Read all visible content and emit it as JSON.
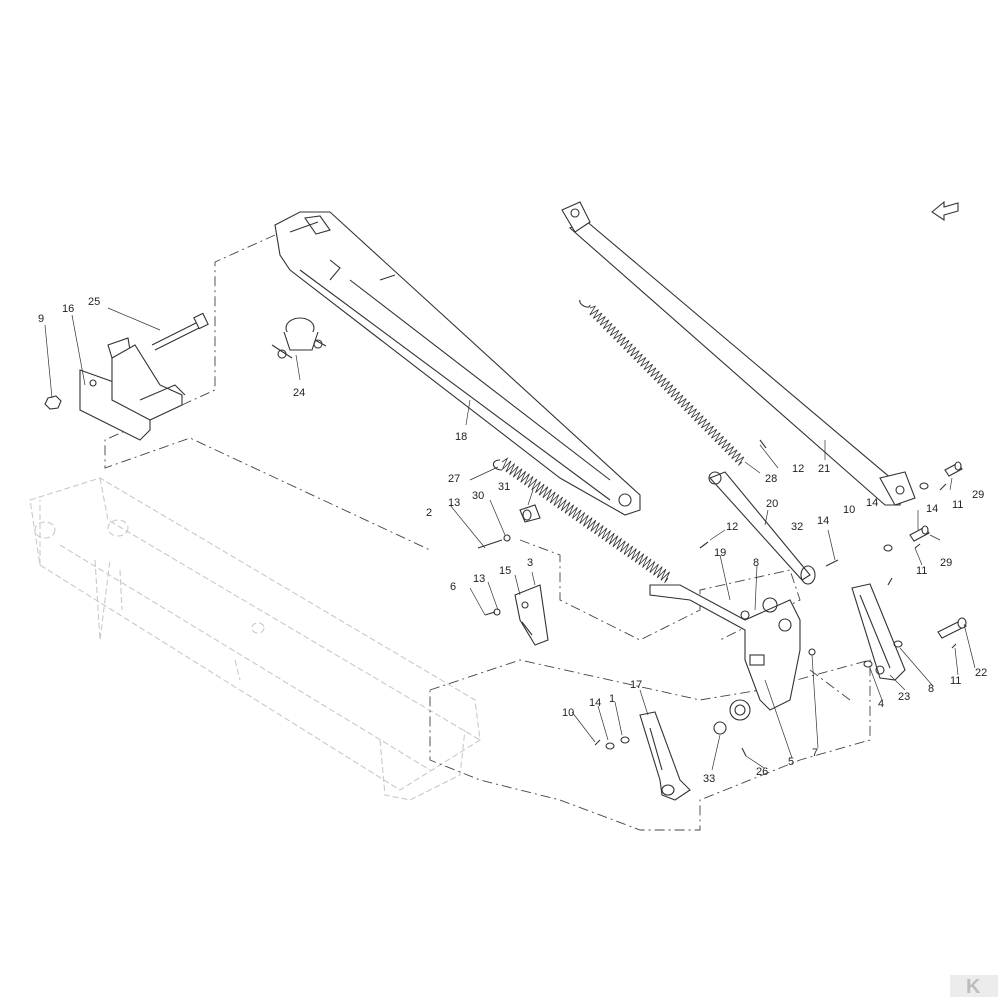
{
  "diagram": {
    "callouts": [
      {
        "id": "c9",
        "text": "9"
      },
      {
        "id": "c16",
        "text": "16"
      },
      {
        "id": "c25",
        "text": "25"
      },
      {
        "id": "c24",
        "text": "24"
      },
      {
        "id": "c18",
        "text": "18"
      },
      {
        "id": "c27",
        "text": "27"
      },
      {
        "id": "c28",
        "text": "28"
      },
      {
        "id": "c12a",
        "text": "12"
      },
      {
        "id": "c21",
        "text": "21"
      },
      {
        "id": "c29a",
        "text": "29"
      },
      {
        "id": "c11a",
        "text": "11"
      },
      {
        "id": "c14a",
        "text": "14"
      },
      {
        "id": "c14b",
        "text": "14"
      },
      {
        "id": "c10a",
        "text": "10"
      },
      {
        "id": "c14c",
        "text": "14"
      },
      {
        "id": "c32",
        "text": "32"
      },
      {
        "id": "c20",
        "text": "20"
      },
      {
        "id": "c12b",
        "text": "12"
      },
      {
        "id": "c31",
        "text": "31"
      },
      {
        "id": "c30",
        "text": "30"
      },
      {
        "id": "c13a",
        "text": "13"
      },
      {
        "id": "c2",
        "text": "2"
      },
      {
        "id": "c29b",
        "text": "29"
      },
      {
        "id": "c11b",
        "text": "11"
      },
      {
        "id": "c19",
        "text": "19"
      },
      {
        "id": "c8a",
        "text": "8"
      },
      {
        "id": "c3",
        "text": "3"
      },
      {
        "id": "c15",
        "text": "15"
      },
      {
        "id": "c13b",
        "text": "13"
      },
      {
        "id": "c6",
        "text": "6"
      },
      {
        "id": "c22",
        "text": "22"
      },
      {
        "id": "c11c",
        "text": "11"
      },
      {
        "id": "c8b",
        "text": "8"
      },
      {
        "id": "c23",
        "text": "23"
      },
      {
        "id": "c4",
        "text": "4"
      },
      {
        "id": "c17",
        "text": "17"
      },
      {
        "id": "c1",
        "text": "1"
      },
      {
        "id": "c14d",
        "text": "14"
      },
      {
        "id": "c10b",
        "text": "10"
      },
      {
        "id": "c33",
        "text": "33"
      },
      {
        "id": "c26",
        "text": "26"
      },
      {
        "id": "c5",
        "text": "5"
      },
      {
        "id": "c7",
        "text": "7"
      }
    ]
  },
  "watermark_text": "K"
}
